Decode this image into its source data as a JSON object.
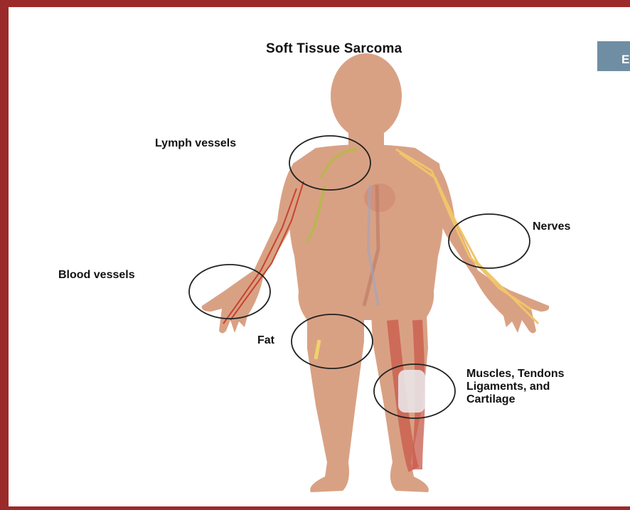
{
  "diagram": {
    "title": "Soft Tissue Sarcoma",
    "corner_tab": "E",
    "labels": {
      "lymph": "Lymph vessels",
      "nerves": "Nerves",
      "blood": "Blood vessels",
      "fat": "Fat",
      "muscles_line1": "Muscles, Tendons",
      "muscles_line2": "Ligaments, and",
      "muscles_line3": "Cartilage"
    }
  },
  "colors": {
    "frame": "#9b2b2a",
    "skin": "#d9a184",
    "nerve": "#f0c56a",
    "vessel": "#c8432f",
    "muscle": "#c8594a",
    "lymph": "#b5b84a"
  }
}
